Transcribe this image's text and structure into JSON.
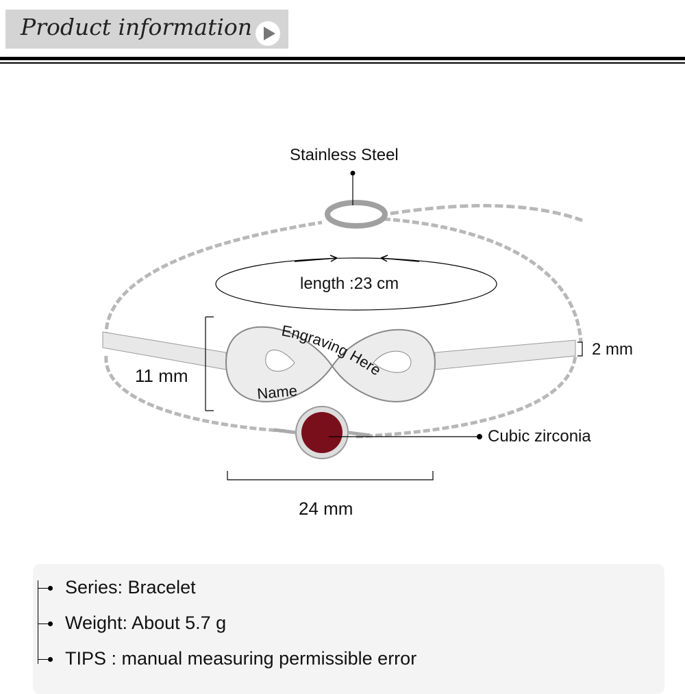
{
  "header": {
    "title": "Product information",
    "icon": "play-icon"
  },
  "labels": {
    "material": "Stainless Steel",
    "length": "length :23 cm",
    "engraving": "Engraving Here",
    "name": "Name",
    "height": "11 mm",
    "thickness": "2 mm",
    "stone": "Cubic zirconia",
    "width": "24 mm"
  },
  "colors": {
    "header_bg": "#d4d4d4",
    "stone": "#7a0f1c",
    "info_bg": "#f4f4f4"
  },
  "info": {
    "items": [
      {
        "text": "Series: Bracelet"
      },
      {
        "text": "Weight: About 5.7 g"
      },
      {
        "text": "TIPS : manual measuring permissible error"
      }
    ]
  }
}
